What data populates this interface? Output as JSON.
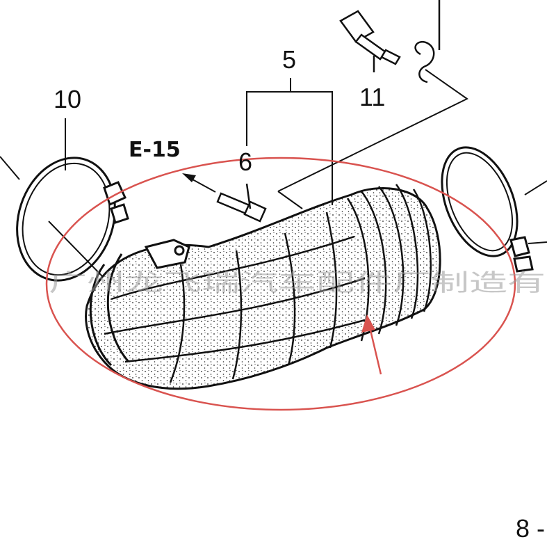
{
  "diagram": {
    "callouts": {
      "clamp_left": "10",
      "bracket_top": "5",
      "bolt": "6",
      "sensor": "11",
      "page_ref": "E-15",
      "corner": "8 -"
    },
    "watermark": "广州龙飞瑞汽车配件厂制造有",
    "colors": {
      "line": "#111111",
      "highlight": "#d9534f",
      "watermark": "#9a9a9a"
    }
  }
}
